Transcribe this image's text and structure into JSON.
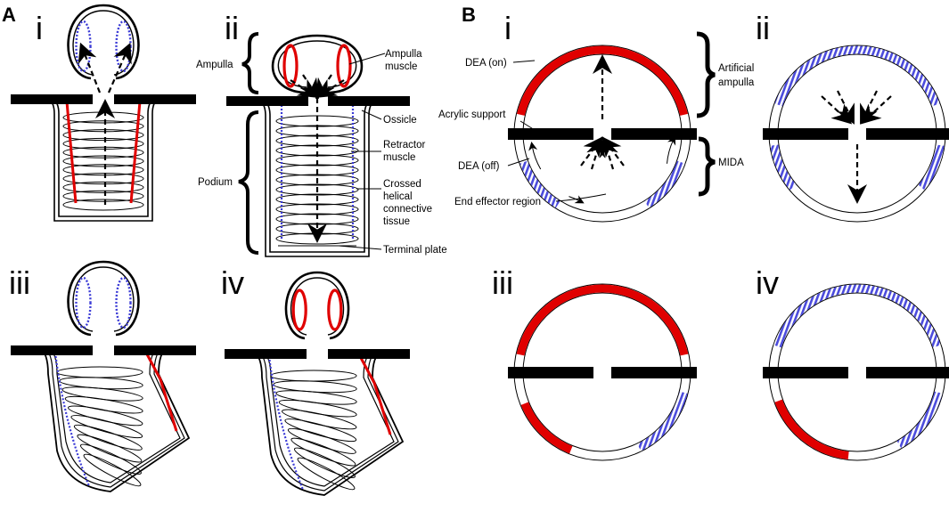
{
  "panels": {
    "A": {
      "letter": "A",
      "sub": [
        "i",
        "ii",
        "iii",
        "iv"
      ],
      "labels": {
        "ampulla": "Ampulla",
        "ampulla_muscle_1": "Ampulla",
        "ampulla_muscle_2": "muscle",
        "ossicle": "Ossicle",
        "retractor_1": "Retractor",
        "retractor_2": "muscle",
        "podium": "Podium",
        "crossed_1": "Crossed",
        "crossed_2": "helical",
        "crossed_3": "connective",
        "crossed_4": "tissue",
        "terminal": "Terminal plate"
      }
    },
    "B": {
      "letter": "B",
      "sub": [
        "i",
        "ii",
        "iii",
        "iv"
      ],
      "labels": {
        "dea_on": "DEA (on)",
        "acrylic": "Acrylic support",
        "dea_off": "DEA (off)",
        "end_effector": "End effector region",
        "artificial_1": "Artificial",
        "artificial_2": "ampulla",
        "mida": "MIDA"
      }
    }
  },
  "colors": {
    "muscle_active": "#e00000",
    "muscle_relaxed": "#3b3bd6",
    "dea_off_fill": "#5555e0",
    "ink": "#000000"
  }
}
